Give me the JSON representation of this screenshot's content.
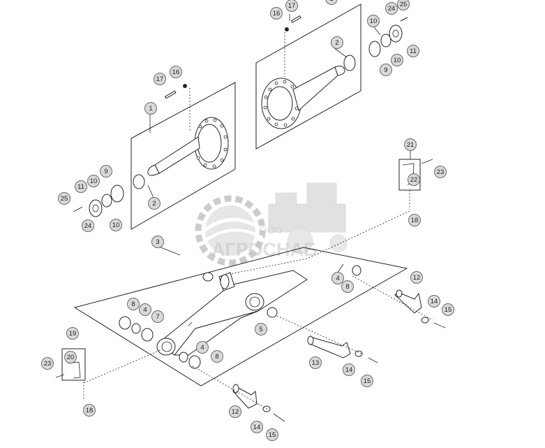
{
  "diagram": {
    "callouts": [
      "1",
      "2",
      "3",
      "4",
      "5",
      "7",
      "8",
      "9",
      "10",
      "11",
      "12",
      "13",
      "14",
      "15",
      "16",
      "17",
      "18",
      "19",
      "20",
      "21",
      "22",
      "23",
      "24",
      "25"
    ]
  },
  "watermark": {
    "prefix": "ООО",
    "brand": "АГРОСНАБ"
  }
}
